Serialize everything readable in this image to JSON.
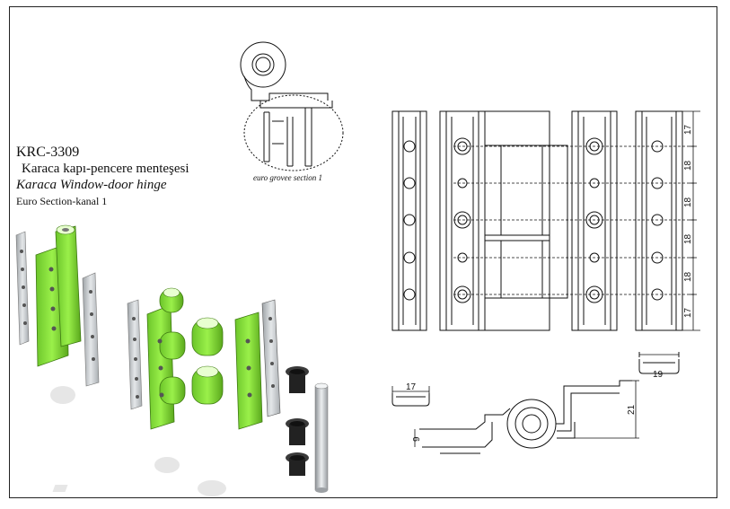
{
  "product": {
    "code": "KRC-3309",
    "name_tr": "Karaca kapı-pencere menteşesi",
    "name_en": "Karaca Window-door hinge",
    "section": "Euro Section-kanal 1"
  },
  "section_caption": "euro grovee section 1",
  "dimensions": {
    "vertical": [
      "17",
      "18",
      "18",
      "18",
      "18",
      "17"
    ],
    "width_top": "19",
    "width_left": "17",
    "height_right": "21",
    "offset": "9"
  },
  "colors": {
    "hinge_green": "#8fe33a",
    "hinge_green_dark": "#5aa81c",
    "steel": "#c8cccf",
    "bushing": "#2a2a2a"
  }
}
